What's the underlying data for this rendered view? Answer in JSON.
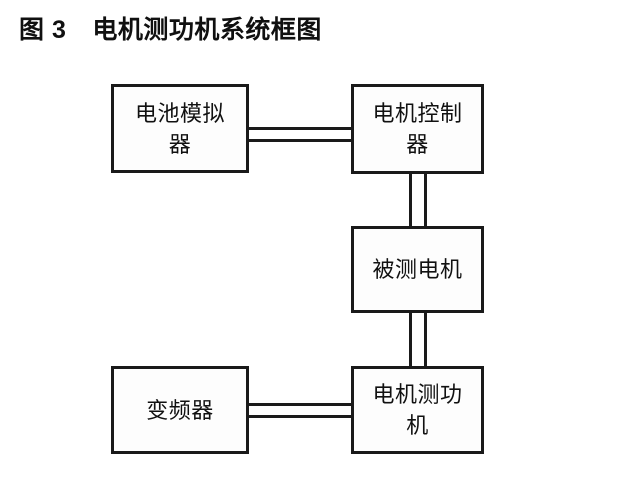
{
  "figure": {
    "label": "图 3",
    "title": "电机测功机系统框图"
  },
  "diagram": {
    "type": "block-diagram",
    "blocks": [
      {
        "id": "battery-simulator",
        "label": "电池模拟器",
        "position": "top-left"
      },
      {
        "id": "motor-controller",
        "label": "电机控制器",
        "position": "top-right"
      },
      {
        "id": "tested-motor",
        "label": "被测电机",
        "position": "middle-right"
      },
      {
        "id": "dynamometer",
        "label": "电机测功机",
        "position": "bottom-right"
      },
      {
        "id": "inverter",
        "label": "变频器",
        "position": "bottom-left"
      }
    ],
    "connections": [
      {
        "from": "battery-simulator",
        "to": "motor-controller",
        "style": "double-line",
        "orientation": "horizontal"
      },
      {
        "from": "motor-controller",
        "to": "tested-motor",
        "style": "double-line",
        "orientation": "vertical"
      },
      {
        "from": "tested-motor",
        "to": "dynamometer",
        "style": "double-line",
        "orientation": "vertical"
      },
      {
        "from": "inverter",
        "to": "dynamometer",
        "style": "double-line",
        "orientation": "horizontal"
      }
    ],
    "colors": {
      "stroke": "#1a1a1a",
      "fill": "#fdfdfd",
      "background": "#ffffff",
      "text": "#111111"
    }
  }
}
